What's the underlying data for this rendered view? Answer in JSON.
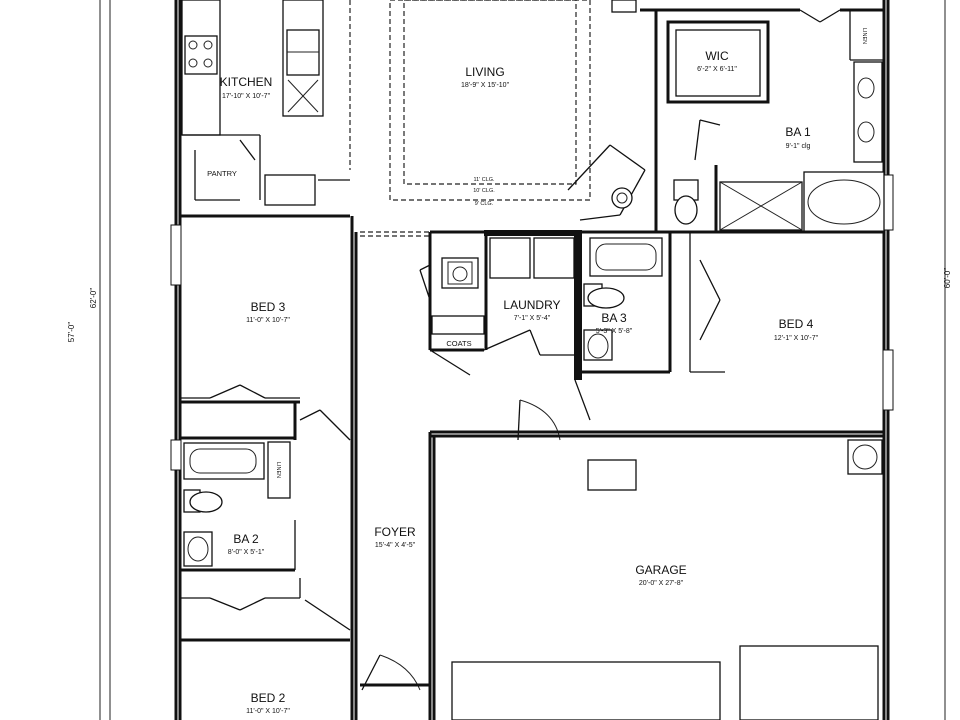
{
  "rooms": {
    "kitchen": {
      "name": "KITCHEN",
      "dims": "17'-10\" X 10'-7\""
    },
    "living": {
      "name": "LIVING",
      "dims": "18'-9\" X 15'-10\""
    },
    "wic": {
      "name": "WIC",
      "dims": "6'-2\" X 6'-11\""
    },
    "ba1": {
      "name": "BA 1",
      "dims": "9'-1\" clg"
    },
    "pantry": {
      "name": "PANTRY"
    },
    "bed3": {
      "name": "BED 3",
      "dims": "11'-0\" X 10'-7\""
    },
    "laundry": {
      "name": "LAUNDRY",
      "dims": "7'-1\" X 5'-4\""
    },
    "ba3": {
      "name": "BA 3",
      "dims": "5'-3\" X 5'-8\""
    },
    "bed4": {
      "name": "BED 4",
      "dims": "12'-1\" X 10'-7\""
    },
    "coats": {
      "name": "COATS"
    },
    "linen1": {
      "name": "LINEN"
    },
    "linen2": {
      "name": "LINEN"
    },
    "ba2": {
      "name": "BA 2",
      "dims": "8'-0\" X 5'-1\""
    },
    "foyer": {
      "name": "FOYER",
      "dims": "15'-4\" X 4'-5\""
    },
    "garage": {
      "name": "GARAGE",
      "dims": "20'-0\" X 27'-8\""
    },
    "bed2": {
      "name": "BED 2",
      "dims": "11'-0\" X 10'-7\""
    }
  },
  "ceilings": {
    "c1": "11' CLG.",
    "c2": "10' CLG.",
    "c3": "9' CLG."
  },
  "dimensions": {
    "overall_left": "57'-0\"",
    "inner_left": "62'-0\"",
    "right": "60'-0\""
  }
}
